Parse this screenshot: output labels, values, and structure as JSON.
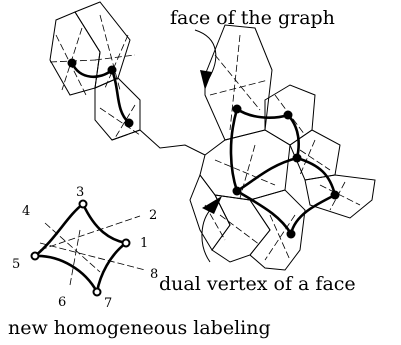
{
  "annotations": {
    "face_label": "face of the graph",
    "dual_label": "dual vertex of a face",
    "labeling_label": "new homogeneous labeling"
  },
  "labeling_numbers": [
    "1",
    "2",
    "3",
    "4",
    "5",
    "6",
    "7",
    "8"
  ]
}
